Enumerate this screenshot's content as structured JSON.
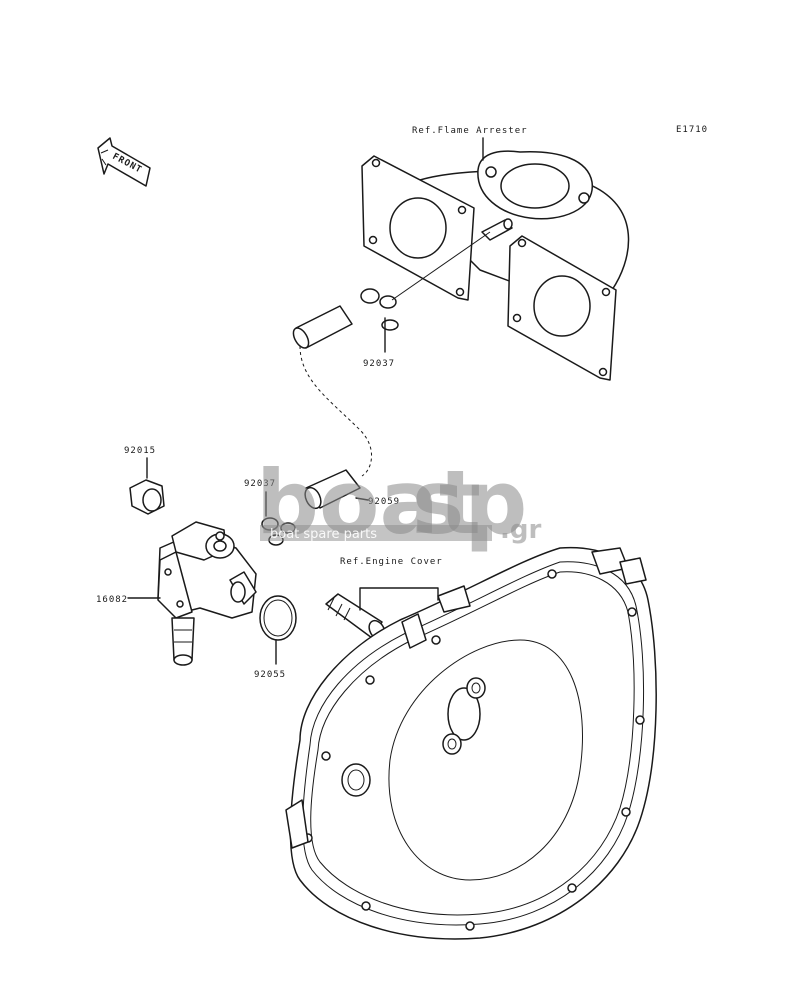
{
  "diagram": {
    "code": "E1710",
    "front_label": "FRONT",
    "refs": {
      "flame_arrester": "Ref.Flame Arrester",
      "engine_cover": "Ref.Engine Cover"
    },
    "parts": [
      {
        "id": "p1",
        "number": "92037"
      },
      {
        "id": "p2",
        "number": "92015"
      },
      {
        "id": "p3",
        "number": "92037"
      },
      {
        "id": "p4",
        "number": "92059"
      },
      {
        "id": "p5",
        "number": "16082"
      },
      {
        "id": "p6",
        "number": "92055"
      }
    ]
  },
  "watermark": {
    "brand_left": "boat",
    "brand_right": "sp",
    "tld": ".gr",
    "tagline": "boat spare parts"
  }
}
